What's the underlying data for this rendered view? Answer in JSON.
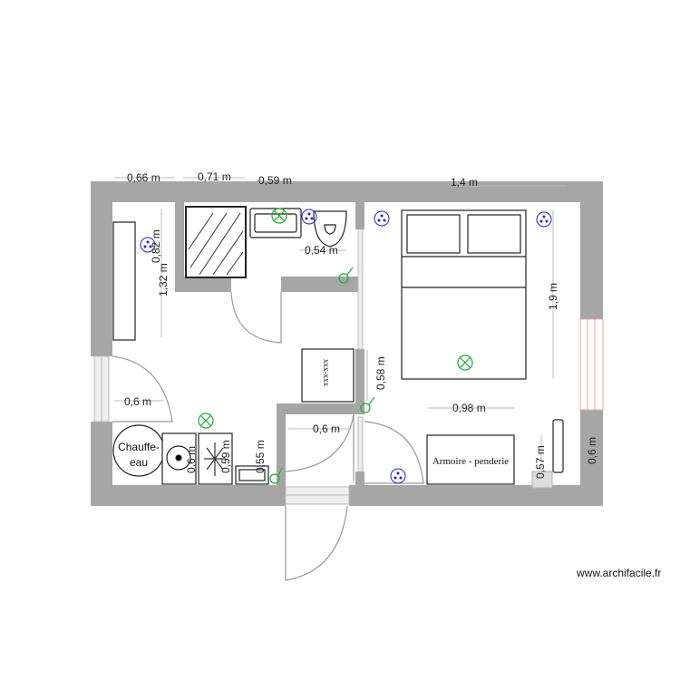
{
  "plan": {
    "dimensions": {
      "top_1": "0,66 m",
      "top_2": "0,71 m",
      "top_3": "0,59 m",
      "top_4": "1,4 m",
      "left_82": "0,82 m",
      "left_132": "1,32 m",
      "wc_054": "0,54 m",
      "hall_06": "0,6 m",
      "closet_06": "0,6 m",
      "wall_058": "0,58 m",
      "bed_19": "1,9 m",
      "wardrobe_098": "0,98 m",
      "side_057": "0,57 m",
      "right_06": "0,6 m",
      "washer_06": "0,6 m",
      "fridge_059": "0,59 m",
      "sink_055": "0,55 m"
    },
    "labels": {
      "water_heater_line1": "Chauffe-",
      "water_heater_line2": "eau",
      "wardrobe": "Armoire - penderie",
      "closet": "xxx-xxx"
    },
    "colors": {
      "wall": "#a6a6a6",
      "outlet": "#2222cc",
      "light": "#22aa33",
      "window_right": "#f0a0a0"
    }
  },
  "watermark": "www.archifacile.fr"
}
